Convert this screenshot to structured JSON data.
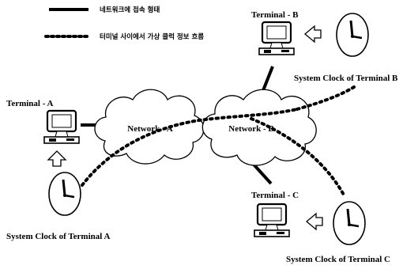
{
  "legend": {
    "solid_label": "네트워크에 접속 형태",
    "dotted_label": "터미널 사이에서 가상 클럭 정보 흐름"
  },
  "networks": [
    {
      "label": "Network - A"
    },
    {
      "label": "Network - B"
    }
  ],
  "terminals": {
    "a": {
      "label": "Terminal - A"
    },
    "b": {
      "label": "Terminal - B"
    },
    "c": {
      "label": "Terminal - C"
    }
  },
  "clocks": {
    "a": {
      "label": "System Clock of Terminal A"
    },
    "b": {
      "label": "System Clock of Terminal B"
    },
    "c": {
      "label": "System Clock of Terminal C"
    }
  },
  "colors": {
    "stroke": "#000000",
    "background": "#ffffff"
  }
}
